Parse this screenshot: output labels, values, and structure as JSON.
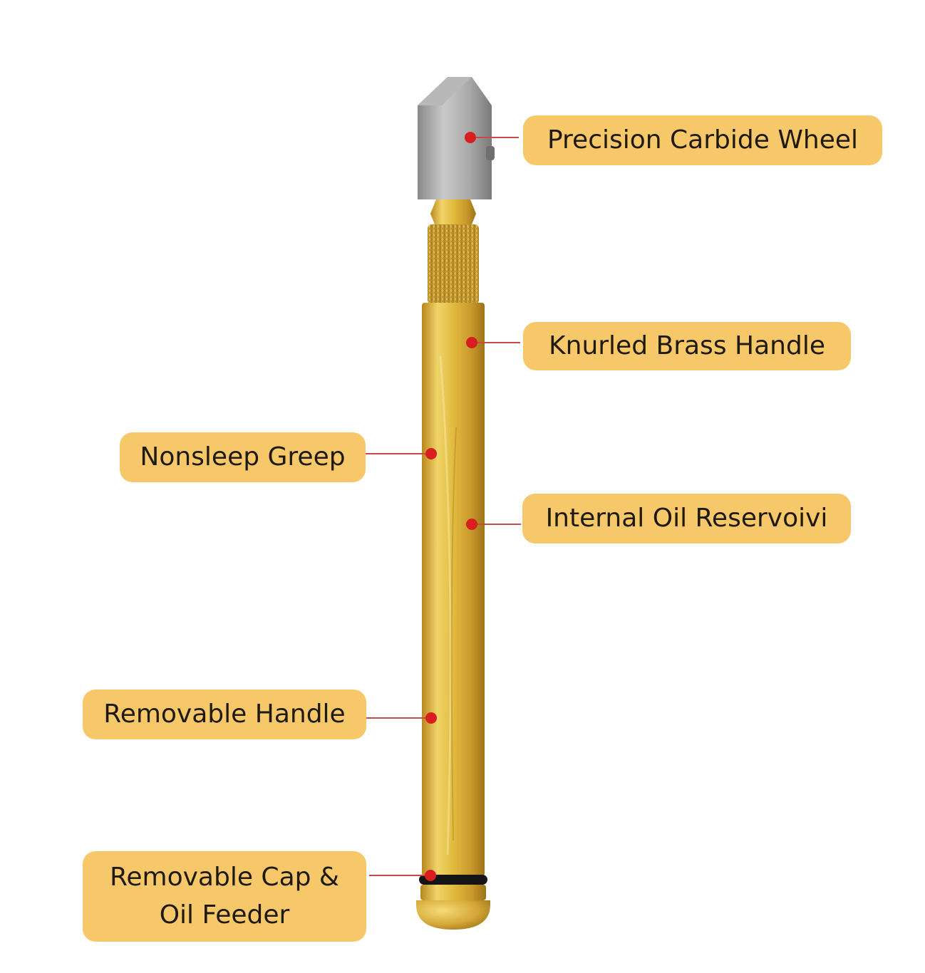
{
  "colors": {
    "label_bg": "#f6c86a",
    "leader_line": "#c94848",
    "marker_dot": "#d81e1e",
    "brass": "#d9b23a",
    "steel": "#9a9a9a"
  },
  "callouts": {
    "carbide_wheel": "Precision Carbide Wheel",
    "knurled_handle": "Knurled Brass Handle",
    "nonslip_grip": "Nonsleep Greep",
    "oil_reservoir": "Internal Oil Reservoivi",
    "removable_handle": "Removable Handle",
    "cap_line1": "Removable Cap &",
    "cap_line2": "Oil Feeder"
  }
}
